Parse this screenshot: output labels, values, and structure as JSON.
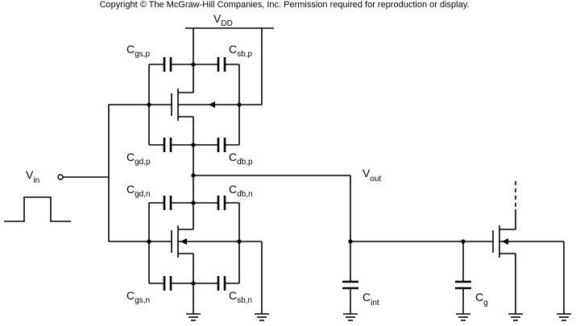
{
  "copyright": "Copyright © The McGraw-Hill Companies, Inc. Permission required for reproduction or display.",
  "labels": {
    "vdd": {
      "main": "V",
      "sub": "DD"
    },
    "vin": {
      "main": "V",
      "sub": "in"
    },
    "vout": {
      "main": "V",
      "sub": "out"
    },
    "cgs_p": {
      "main": "C",
      "sub": "gs,p"
    },
    "csb_p": {
      "main": "C",
      "sub": "sb,p"
    },
    "cgd_p": {
      "main": "C",
      "sub": "gd,p"
    },
    "cdb_p": {
      "main": "C",
      "sub": "db,p"
    },
    "cgd_n": {
      "main": "C",
      "sub": "gd,n"
    },
    "cdb_n": {
      "main": "C",
      "sub": "db,n"
    },
    "cgs_n": {
      "main": "C",
      "sub": "gs,n"
    },
    "csb_n": {
      "main": "C",
      "sub": "sb,n"
    },
    "cint": {
      "main": "C",
      "sub": "int"
    },
    "cg": {
      "main": "C",
      "sub": "g"
    }
  }
}
